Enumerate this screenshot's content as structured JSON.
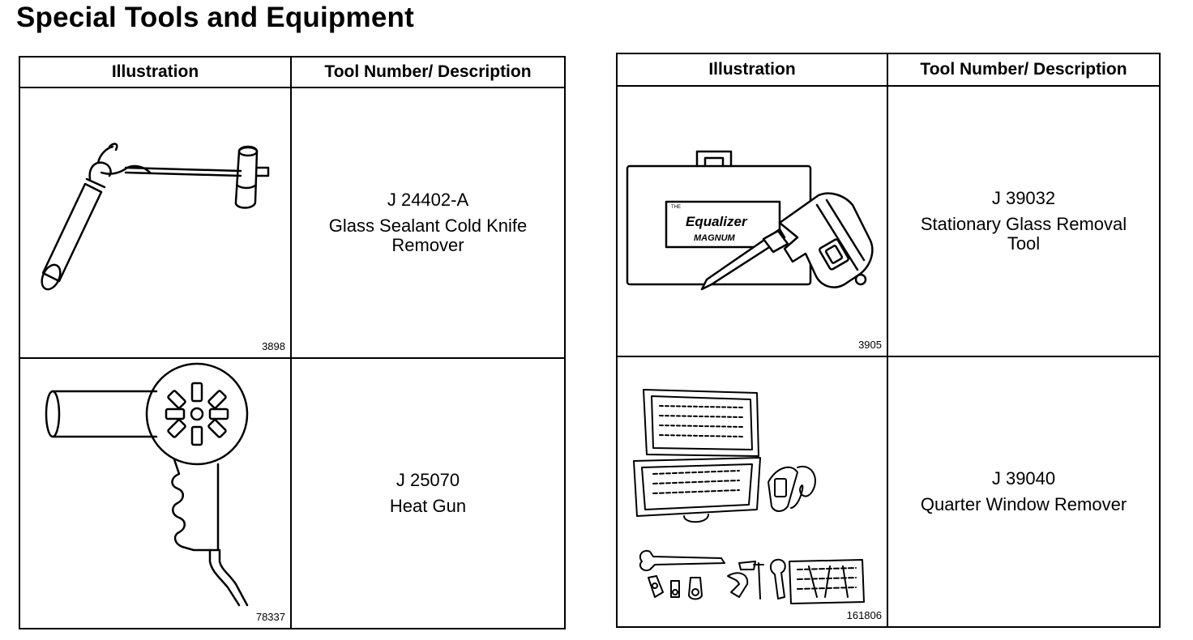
{
  "page": {
    "title": "Special Tools and Equipment"
  },
  "tables": [
    {
      "headers": {
        "illustration": "Illustration",
        "description": "Tool Number/ Description"
      },
      "rows": [
        {
          "tool_number": "J 24402-A",
          "description": "Glass Sealant Cold Knife Remover",
          "figure_number": "3898",
          "illustration_icon": "cold-knife-icon"
        },
        {
          "tool_number": "J 25070",
          "description": "Heat Gun",
          "figure_number": "78337",
          "illustration_icon": "heat-gun-icon"
        }
      ]
    },
    {
      "headers": {
        "illustration": "Illustration",
        "description": "Tool Number/ Description"
      },
      "rows": [
        {
          "tool_number": "J 39032",
          "description": "Stationary Glass Removal Tool",
          "figure_number": "3905",
          "illustration_icon": "glass-removal-tool-icon",
          "box_brand": "Equalizer",
          "box_small": "THE",
          "box_model": "MAGNUM"
        },
        {
          "tool_number": "J 39040",
          "description": "Quarter Window Remover",
          "figure_number": "161806",
          "illustration_icon": "quarter-window-kit-icon"
        }
      ]
    }
  ]
}
